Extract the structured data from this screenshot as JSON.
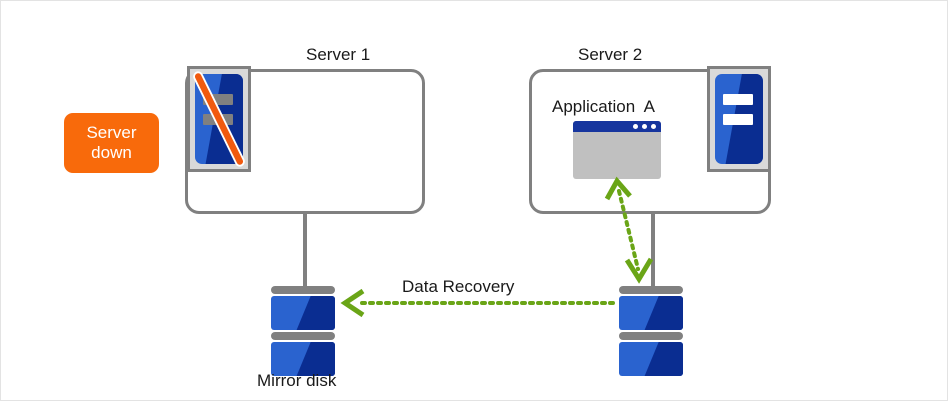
{
  "diagram": {
    "title_server1": "Server 1",
    "title_server2": "Server 2",
    "badge": {
      "line1": "Server",
      "line2": "down",
      "color": "#f86a0b"
    },
    "application": {
      "label": "Application  A",
      "window_titlebar_color": "#16359e",
      "window_body_color": "#c0c0c0",
      "dots": 3
    },
    "arrows": {
      "data_recovery_label": "Data Recovery",
      "arrow_color": "#6aa517",
      "style": "dotted"
    },
    "disks": {
      "mirror_label": "Mirror disk",
      "disk_blue_light": "#2a63cf",
      "disk_blue_dark": "#0a2d91",
      "plate_color": "#808080"
    },
    "icons": {
      "server1": "server-down-icon",
      "server2": "server-running-icon",
      "slash": "slash-overlay-icon"
    },
    "box_border_color": "#808080"
  }
}
